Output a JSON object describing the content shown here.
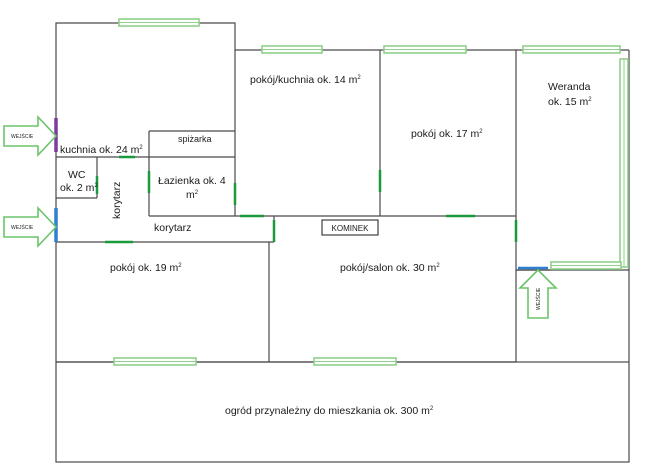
{
  "rooms": {
    "kuchnia": {
      "name": "kuchnia ok. 24 m",
      "sup": "2"
    },
    "pokoj_kuchnia": {
      "name": "pokój/kuchnia ok. 14 m",
      "sup": "2"
    },
    "pokoj17": {
      "name": "pokój ok. 17 m",
      "sup": "2"
    },
    "weranda": {
      "line1": "Weranda",
      "line2": "ok. 15 m",
      "sup": "2"
    },
    "spizarka": {
      "name": "spiżarka"
    },
    "wc": {
      "line1": "WC",
      "line2": "ok. 2 m",
      "sup": "2"
    },
    "lazienka": {
      "line1": "Łazienka ok. 4",
      "line2": "m",
      "sup": "2"
    },
    "korytarz_v": {
      "name": "korytarz"
    },
    "korytarz_h": {
      "name": "korytarz"
    },
    "kominek": {
      "name": "KOMINEK"
    },
    "pokoj19": {
      "name": "pokój ok. 19 m",
      "sup": "2"
    },
    "salon": {
      "name": "pokój/salon ok. 30 m",
      "sup": "2"
    },
    "ogrod": {
      "name": "ogród przynależny do mieszkania ok. 300 m",
      "sup": "2"
    }
  },
  "entrances": {
    "left_top": "WEJŚCIE",
    "left_bottom": "WEJŚCIE",
    "right": "WEJŚCIE"
  },
  "colors": {
    "window": "#8fd08a",
    "door": "#1a9a3c",
    "wall": "#4a4a4a",
    "door_purple": "#7a3aa0",
    "door_blue": "#2f7fd0"
  }
}
